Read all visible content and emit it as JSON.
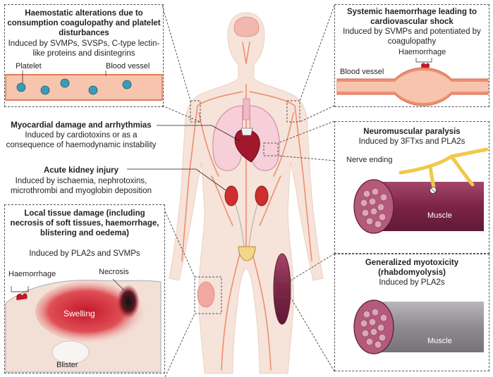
{
  "colors": {
    "body": "#f6e3d9",
    "vessel": "#ef8f6f",
    "vessel_inner": "#f7c4ad",
    "muscle": "#8d2a4e",
    "muscle_end": "#b45a7a",
    "nerve": "#f0c94a",
    "swelling": "#c5162a",
    "lung": "#f6cfd9",
    "kidney": "#cf2e2e",
    "dashed": "#555555"
  },
  "panels": {
    "haemostatic": {
      "title": "Haemostatic alterations due to consumption coagulopathy and platelet disturbances",
      "cause": "Induced by SVMPs, SVSPs, C-type lectin-like proteins and disintegrins",
      "label_platelet": "Platelet",
      "label_vessel": "Blood vessel"
    },
    "systemic": {
      "title": "Systemic haemorrhage leading to cardiovascular shock",
      "cause": "Induced by SVMPs and potentiated by coagulopathy",
      "label_haemorrhage": "Haemorrhage",
      "label_vessel": "Blood vessel"
    },
    "myocardial": {
      "title": "Myocardial damage and arrhythmias",
      "cause": "Induced by cardiotoxins or as a consequence of haemodynamic instability"
    },
    "kidney": {
      "title": "Acute kidney injury",
      "cause": "Induced by ischaemia, nephrotoxins, microthrombi and myoglobin deposition"
    },
    "local": {
      "title": "Local tissue damage (including necrosis of soft tissues, haemorrhage, blistering and oedema)",
      "cause": "Induced by PLA2s and SVMPs",
      "label_haemorrhage": "Haemorrhage",
      "label_necrosis": "Necrosis",
      "label_swelling": "Swelling",
      "label_blister": "Blister"
    },
    "neuromuscular": {
      "title": "Neuromuscular paralysis",
      "cause": "Induced by 3FTxs and PLA2s",
      "label_nerve": "Nerve ending",
      "label_muscle": "Muscle"
    },
    "myotoxicity": {
      "title": "Generalized myotoxicity (rhabdomyolysis)",
      "cause": "Induced by PLA2s",
      "label_muscle": "Muscle"
    }
  }
}
